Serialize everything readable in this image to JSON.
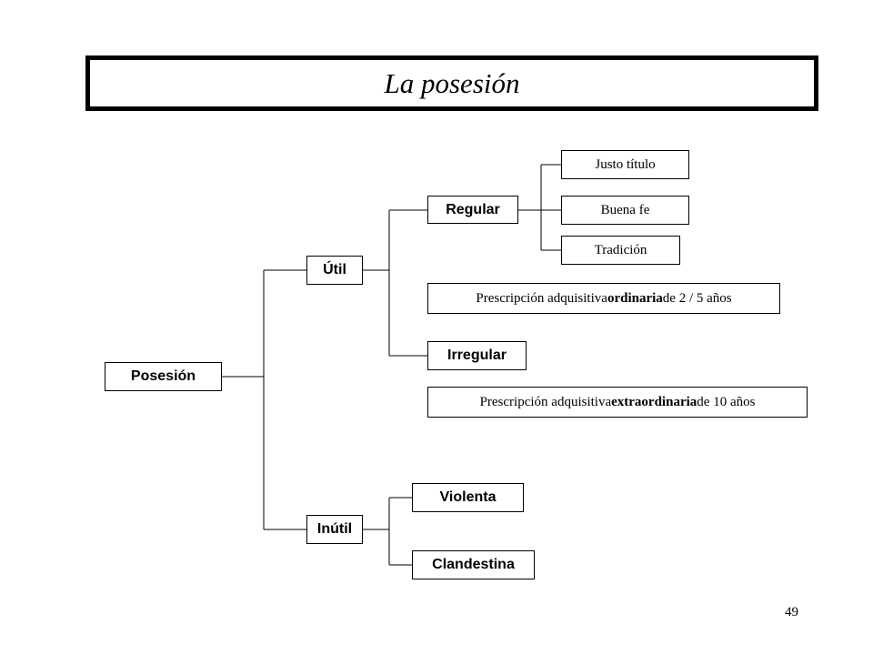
{
  "title": "La posesión",
  "page_number": "49",
  "nodes": {
    "posesion": "Posesión",
    "util": "Útil",
    "inutil": "Inútil",
    "regular": "Regular",
    "irregular": "Irregular",
    "justo_titulo": "Justo título",
    "buena_fe": "Buena fe",
    "tradicion": "Tradición",
    "violenta": "Violenta",
    "clandestina": "Clandestina"
  },
  "notes": {
    "ordinaria": {
      "before": "Prescripción adquisitiva ",
      "bold": "ordinaria",
      "after": " de 2 / 5 años"
    },
    "extraordinaria": {
      "before": "Prescripción adquisitiva ",
      "bold": "extraordinaria",
      "after": " de 10 años"
    }
  }
}
